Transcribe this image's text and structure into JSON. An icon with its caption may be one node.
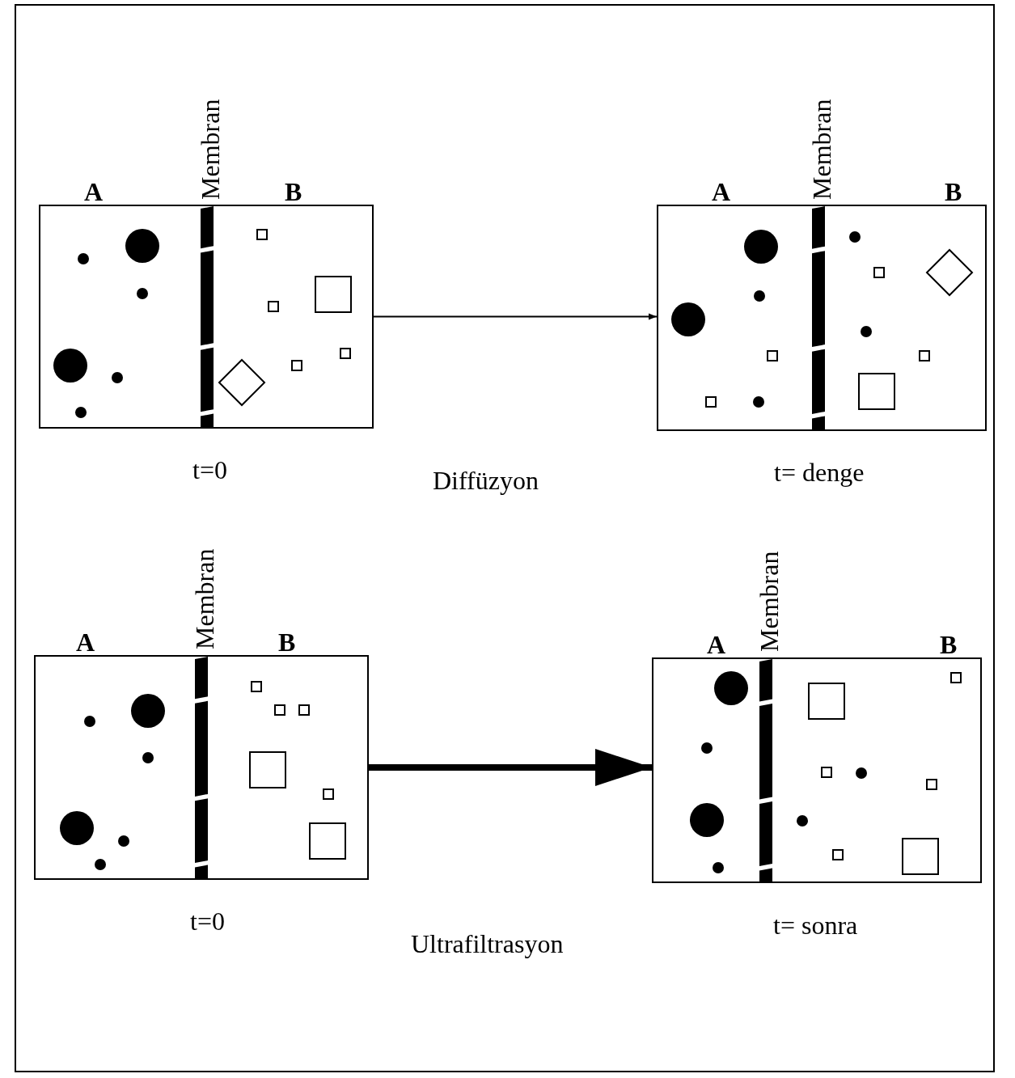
{
  "diagram": {
    "nodes": [
      {
        "text": [
          "A",
          "Membran",
          "B"
        ],
        "beside": [
          "t=0"
        ]
      },
      {
        "text": [
          "A",
          "Membran",
          "B"
        ],
        "beside": [
          "t= denge"
        ]
      },
      {
        "text": [
          "A",
          "Membran",
          "B"
        ],
        "beside": [
          "t=0"
        ]
      },
      {
        "text": [
          "A",
          "Membran",
          "B"
        ],
        "beside": [
          "t= sonra"
        ]
      }
    ],
    "edges": [
      {
        "from": 0,
        "to": 1,
        "arrow": "to"
      },
      {
        "from": 2,
        "to": 3,
        "arrow": "to",
        "style": "thick"
      }
    ],
    "labels": [
      "Diffüzyon",
      "Ultrafiltrasyon"
    ]
  }
}
